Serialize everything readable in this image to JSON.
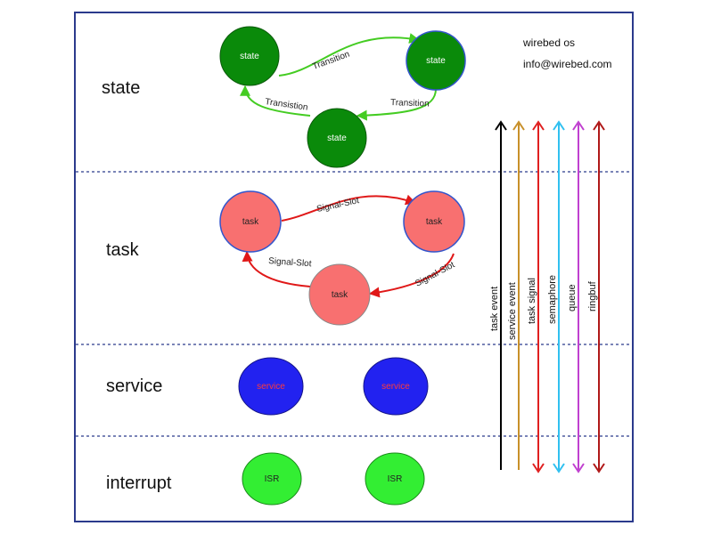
{
  "layers": {
    "state": "state",
    "task": "task",
    "service": "service",
    "interrupt": "interrupt"
  },
  "nodes": {
    "state_a": "state",
    "state_b": "state",
    "state_c": "state",
    "task_a": "task",
    "task_b": "task",
    "task_c": "task",
    "service_a": "service",
    "service_b": "service",
    "isr_a": "ISR",
    "isr_b": "ISR"
  },
  "edges": {
    "state_top": "Transition",
    "state_left": "Transistion",
    "state_right": "Transition",
    "task_top": "Signal-Slot",
    "task_left": "Signal-Slot",
    "task_right": "Signal-Slot"
  },
  "info": {
    "name": "wirebed os",
    "email": "info@wirebed.com"
  },
  "relations": [
    {
      "label": "task event",
      "color": "#000000"
    },
    {
      "label": "service event",
      "color": "#c8902a"
    },
    {
      "label": "task signal",
      "color": "#e02020"
    },
    {
      "label": "semaphore",
      "color": "#30c0f0"
    },
    {
      "label": "queue",
      "color": "#c040d0"
    },
    {
      "label": "ringbuf",
      "color": "#b01818"
    }
  ],
  "colors": {
    "state_fill": "#0a8a0a",
    "task_fill": "#f87070",
    "service_fill": "#2222f0",
    "isr_fill": "#33ee33",
    "transition_arrow": "#44cc22",
    "signal_arrow": "#e01818",
    "frame": "#2b3a8c"
  }
}
